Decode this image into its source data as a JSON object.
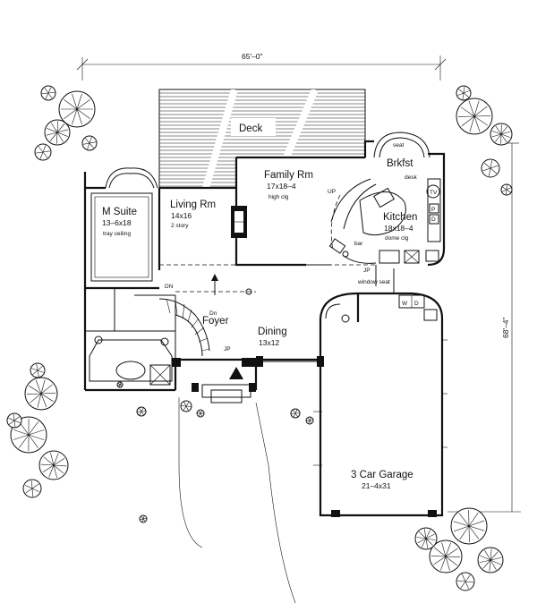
{
  "dimensions": {
    "width_label": "65'–0\"",
    "depth_label": "68'–4\""
  },
  "rooms": {
    "deck": {
      "name": "Deck"
    },
    "family": {
      "name": "Family Rm",
      "size": "17x18–4",
      "note": "high clg"
    },
    "brkfst": {
      "name": "Brkfst",
      "seat": "seat",
      "desk": "desk"
    },
    "kitchen": {
      "name": "Kitchen",
      "size": "18x18–4",
      "note": "dome clg"
    },
    "msuite": {
      "name": "M Suite",
      "size": "13–6x18",
      "note": "tray ceiling"
    },
    "living": {
      "name": "Living Rm",
      "size": "14x16",
      "note": "2 story"
    },
    "foyer": {
      "name": "Foyer"
    },
    "dining": {
      "name": "Dining",
      "size": "13x12"
    },
    "garage": {
      "name": "3 Car Garage",
      "size": "21–4x31"
    }
  },
  "annotations": {
    "up": "UP",
    "dn": "DN",
    "dn2": "Dn",
    "bar": "bar",
    "jp": "JP",
    "window_seat": "window seat",
    "tv": "TV",
    "p": "P",
    "d": "D",
    "w": "W"
  }
}
